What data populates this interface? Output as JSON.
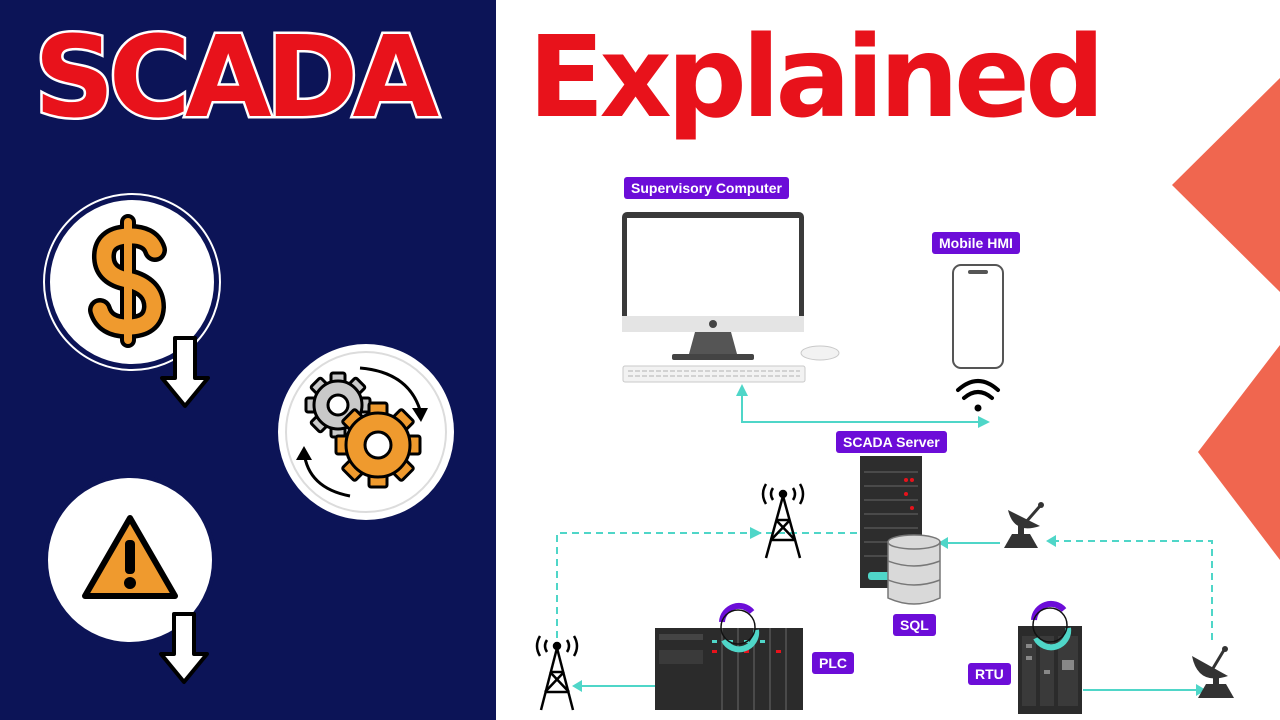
{
  "title": {
    "left": "SCADA",
    "right": "Explained"
  },
  "labels": {
    "supervisory_computer": "Supervisory Computer",
    "mobile_hmi": "Mobile HMI",
    "scada_server": "SCADA Server",
    "sql": "SQL",
    "plc": "PLC",
    "rtu": "RTU"
  },
  "colors": {
    "left_panel": "#0c1457",
    "title_red": "#e8121b",
    "label_purple": "#6c0dd8",
    "connector_teal": "#4fd6c8",
    "accent_coral": "#f0664f",
    "icon_orange": "#ef9a2e"
  },
  "icons": [
    "dollar-icon",
    "down-arrow-icon",
    "gears-icon",
    "warning-icon",
    "monitor-icon",
    "keyboard-icon",
    "mouse-icon",
    "smartphone-icon",
    "wifi-icon",
    "server-icon",
    "database-icon",
    "radio-tower-icon",
    "satellite-dish-icon",
    "plc-rack-icon",
    "rtu-rack-icon",
    "cycle-arrows-icon"
  ]
}
